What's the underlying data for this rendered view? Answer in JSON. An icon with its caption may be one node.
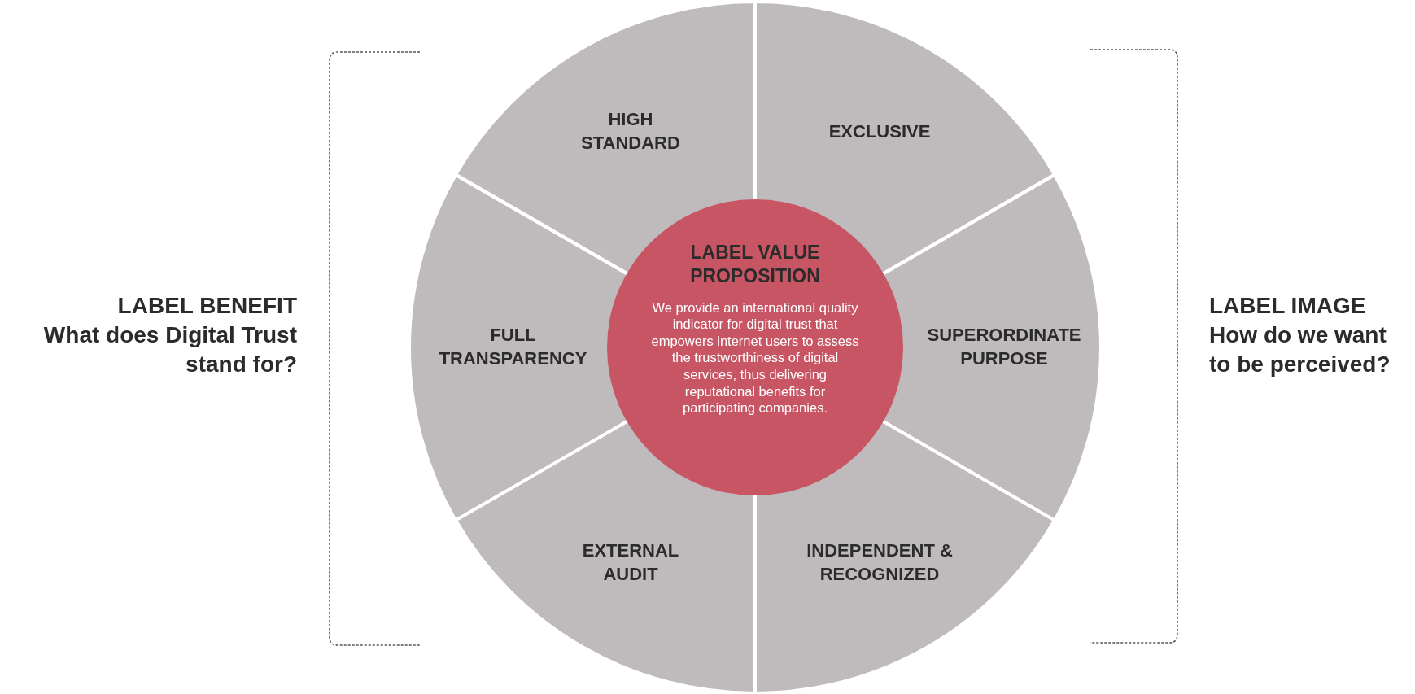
{
  "diagram": {
    "nodes": [
      {
        "text": [
          "HIGH STANDARD"
        ]
      },
      {
        "text": [
          "EXCLUSIVE"
        ]
      },
      {
        "text": [
          "FULL TRANSPARENCY"
        ]
      },
      {
        "text": [
          "LABEL VALUE PROPOSITION",
          "We provide an international quality indicator for digital trust that empowers internet users to assess the trustworthiness of digital services, thus delivering reputational benefits for participating companies."
        ]
      },
      {
        "text": [
          "SUPERORDINATE PURPOSE"
        ]
      },
      {
        "text": [
          "EXTERNAL AUDIT"
        ]
      },
      {
        "text": [
          "INDEPENDENT & RECOGNIZED"
        ]
      }
    ],
    "edges": [],
    "labels": [
      "LABEL BENEFIT",
      "What does Digital Trust stand for?",
      "LABEL IMAGE",
      "How do we want to be perceived?"
    ]
  }
}
